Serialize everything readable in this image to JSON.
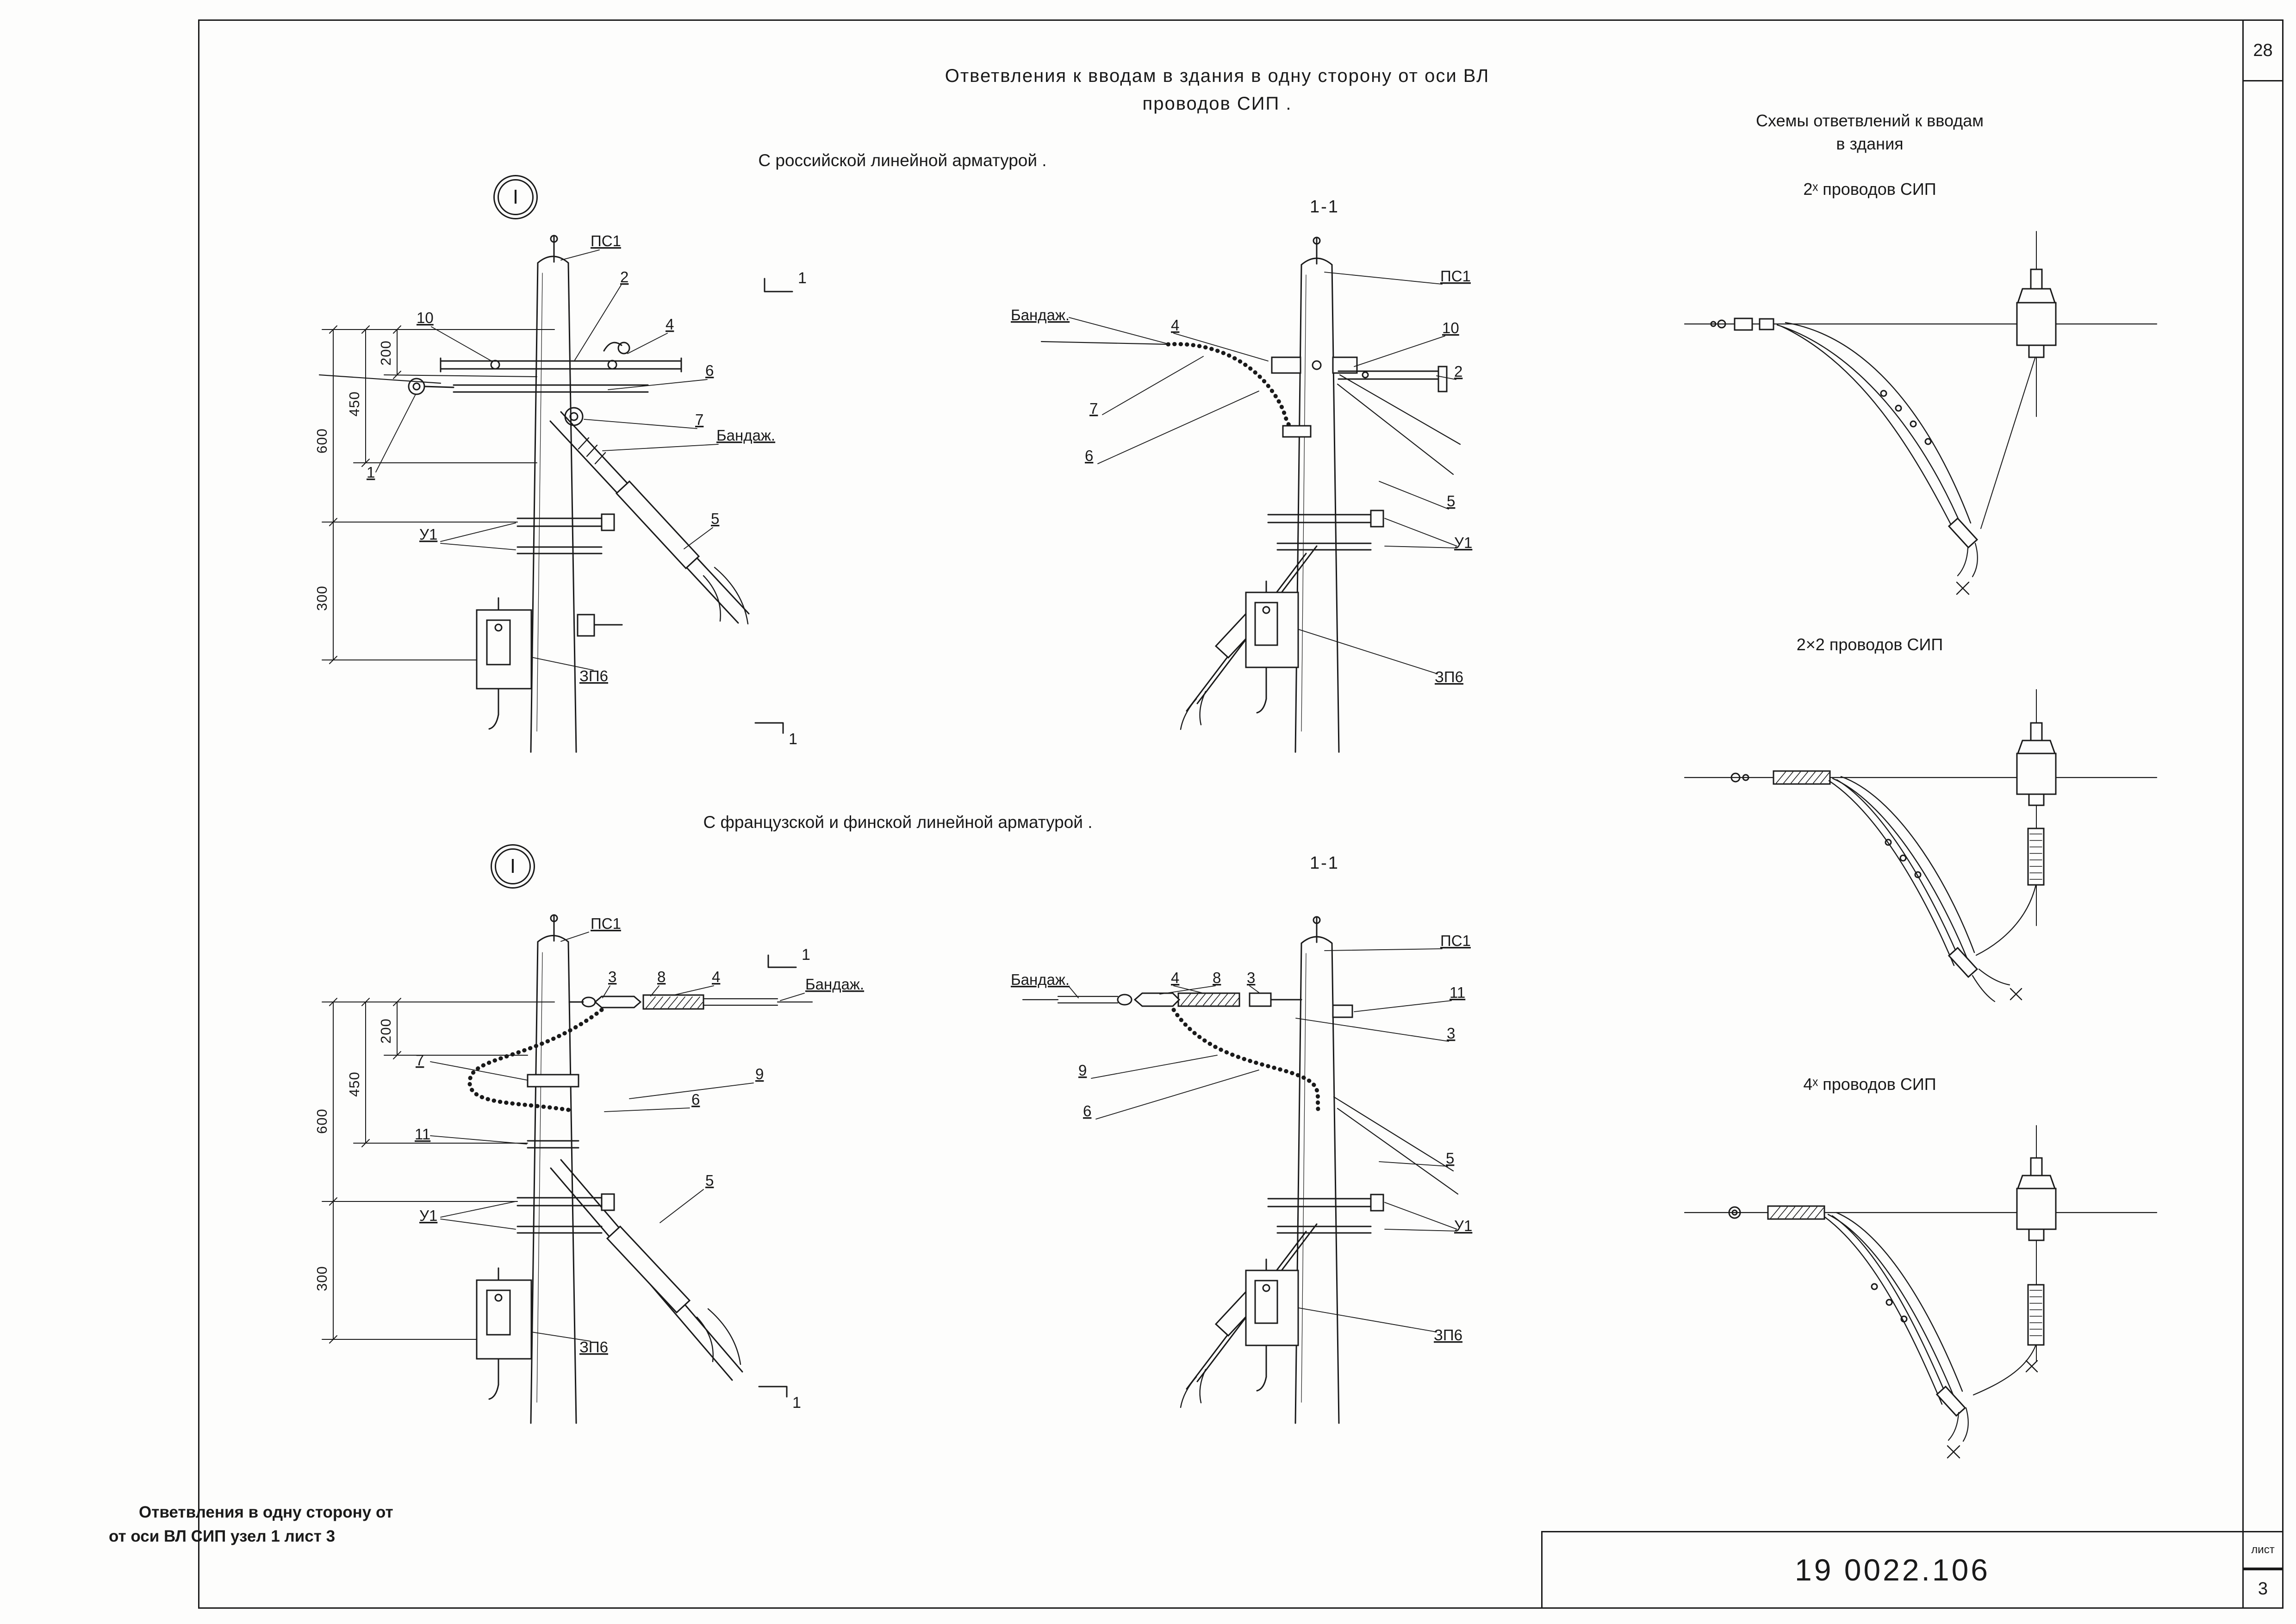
{
  "page": {
    "number": "28",
    "doc_number": "19 0022.106",
    "sheet_cell_label": "лист",
    "sheet_number": "3"
  },
  "header": {
    "title_line1": "Ответвления к вводам в здания в одну сторону от оси ВЛ",
    "title_line2": "проводов СИП ."
  },
  "schemes_column": {
    "header_line1": "Схемы ответвлений к вводам",
    "header_line2": "в здания",
    "scheme1_label": "2ˣ проводов СИП",
    "scheme2_label": "2×2 проводов СИП",
    "scheme3_label": "4ˣ проводов СИП"
  },
  "russian": {
    "subtitle": "С российской линейной арматурой .",
    "view_mark": "I",
    "section_mark": "1",
    "section_title": "1-1",
    "front": {
      "ps1": "ПС1",
      "n2": "2",
      "n4": "4",
      "n6": "6",
      "n7": "7",
      "bandazh": "Бандаж.",
      "n10": "10",
      "n1": "1",
      "n5": "5",
      "u1": "У1",
      "zp6": "ЗП6",
      "d200": "200",
      "d450": "450",
      "d600": "600",
      "d300": "300"
    },
    "section": {
      "bandazh": "Бандаж.",
      "n4": "4",
      "ps1": "ПС1",
      "n10": "10",
      "n2": "2",
      "n7": "7",
      "n6": "6",
      "n5": "5",
      "u1": "У1",
      "zp6": "ЗП6"
    }
  },
  "french": {
    "subtitle": "С французской и финской линейной арматурой .",
    "view_mark": "I",
    "section_mark": "1",
    "section_title": "1-1",
    "front": {
      "ps1": "ПС1",
      "n3": "3",
      "n8": "8",
      "n4": "4",
      "bandazh": "Бандаж.",
      "n7": "7",
      "n9": "9",
      "n6": "6",
      "n11": "11",
      "n5": "5",
      "u1": "У1",
      "zp6": "ЗП6",
      "d200": "200",
      "d450": "450",
      "d600": "600",
      "d300": "300"
    },
    "section": {
      "bandazh": "Бандаж.",
      "n4": "4",
      "n8": "8",
      "n3": "3",
      "ps1": "ПС1",
      "n11": "11",
      "n3b": "3",
      "n9": "9",
      "n6": "6",
      "n5": "5",
      "u1": "У1",
      "zp6": "ЗП6"
    }
  },
  "footer_note": {
    "line1": "Ответвления в одну сторону от",
    "line2": "от оси ВЛ СИП узел 1 лист 3"
  }
}
